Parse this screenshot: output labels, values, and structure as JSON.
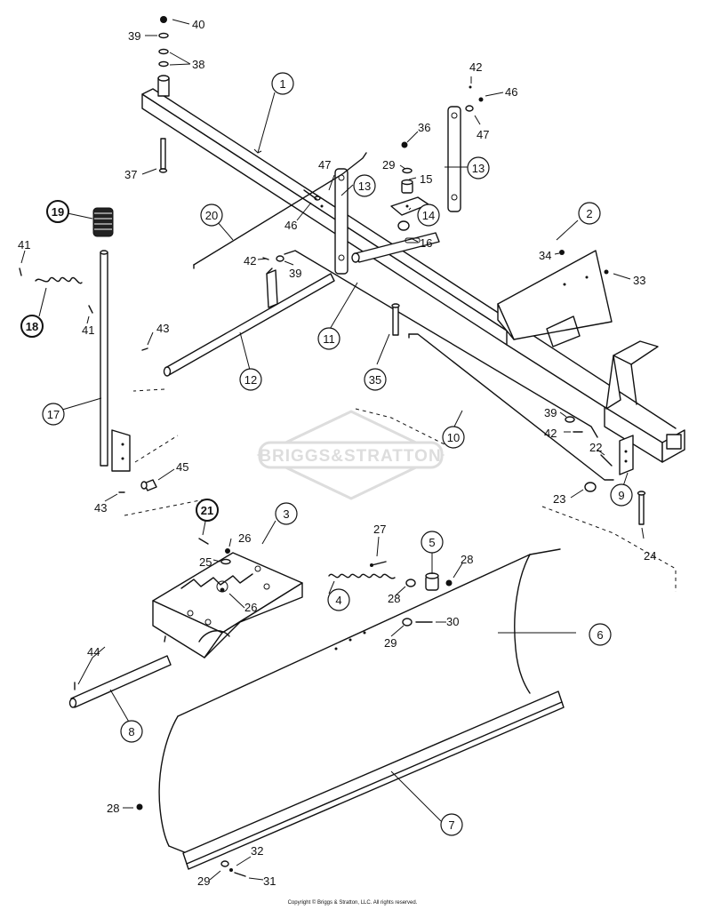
{
  "watermark": "BRIGGS&STRATTON",
  "copyright": "Copyright © Briggs & Stratton, LLC. All rights reserved.",
  "callouts_circled": {
    "c1": "1",
    "c2": "2",
    "c3": "3",
    "c4": "4",
    "c5": "5",
    "c6": "6",
    "c7": "7",
    "c8": "8",
    "c9": "9",
    "c10": "10",
    "c11": "11",
    "c12": "12",
    "c13a": "13",
    "c13b": "13",
    "c14": "14",
    "c17": "17",
    "c18": "18",
    "c19": "19",
    "c20": "20",
    "c21": "21",
    "c35": "35"
  },
  "callouts_plain": {
    "p15": "15",
    "p16": "16",
    "p22": "22",
    "p23": "23",
    "p24": "24",
    "p25": "25",
    "p26a": "26",
    "p26b": "26",
    "p27": "27",
    "p28a": "28",
    "p28b": "28",
    "p28c": "28",
    "p29a": "29",
    "p29b": "29",
    "p29c": "29",
    "p30": "30",
    "p31": "31",
    "p32": "32",
    "p33": "33",
    "p34": "34",
    "p36": "36",
    "p37": "37",
    "p38": "38",
    "p39a": "39",
    "p39b": "39",
    "p39c": "39",
    "p40": "40",
    "p41a": "41",
    "p41b": "41",
    "p42a": "42",
    "p42b": "42",
    "p42c": "42",
    "p43a": "43",
    "p43b": "43",
    "p44": "44",
    "p45": "45",
    "p46a": "46",
    "p46b": "46",
    "p47a": "47",
    "p47b": "47"
  }
}
